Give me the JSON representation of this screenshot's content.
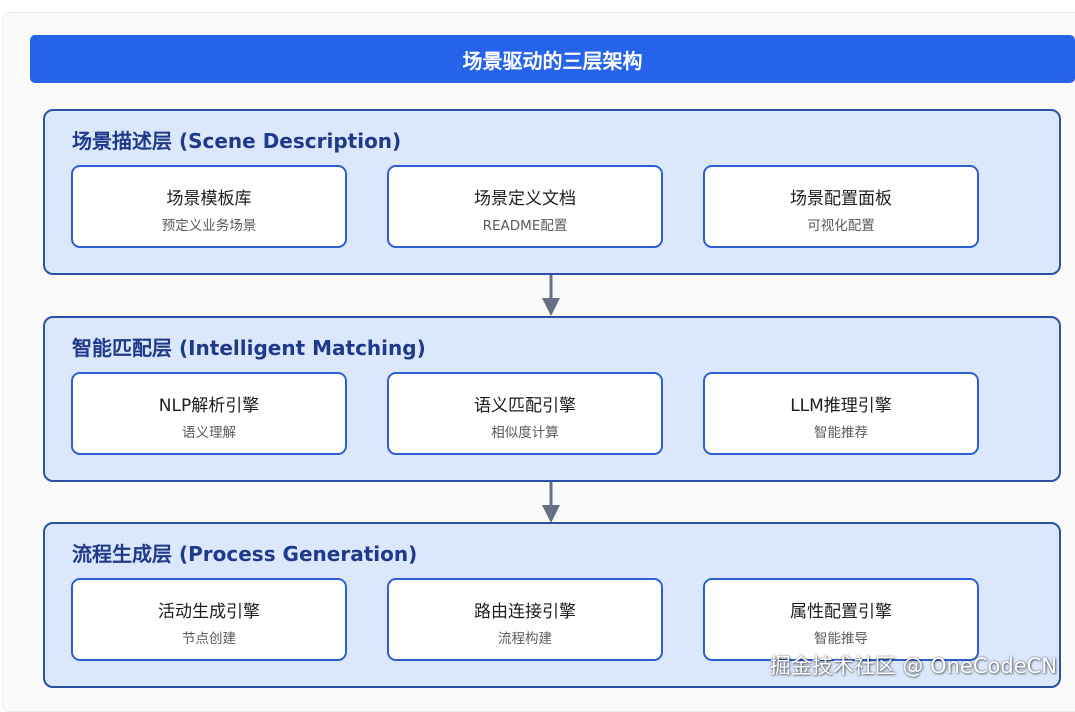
{
  "diagram": {
    "title": "场景驱动的三层架构",
    "layers": [
      {
        "title": "场景描述层 (Scene Description)",
        "cards": [
          {
            "title": "场景模板库",
            "subtitle": "预定义业务场景"
          },
          {
            "title": "场景定义文档",
            "subtitle": "README配置"
          },
          {
            "title": "场景配置面板",
            "subtitle": "可视化配置"
          }
        ]
      },
      {
        "title": "智能匹配层 (Intelligent Matching)",
        "cards": [
          {
            "title": "NLP解析引擎",
            "subtitle": "语义理解"
          },
          {
            "title": "语义匹配引擎",
            "subtitle": "相似度计算"
          },
          {
            "title": "LLM推理引擎",
            "subtitle": "智能推荐"
          }
        ]
      },
      {
        "title": "流程生成层 (Process Generation)",
        "cards": [
          {
            "title": "活动生成引擎",
            "subtitle": "节点创建"
          },
          {
            "title": "路由连接引擎",
            "subtitle": "流程构建"
          },
          {
            "title": "属性配置引擎",
            "subtitle": "智能推导"
          }
        ]
      }
    ]
  },
  "watermark": "掘金技术社区 @ OneCodeCN",
  "colors": {
    "banner": "#2563eb",
    "layer_fill": "#dbe7fb",
    "layer_border": "#2c4fa8",
    "card_border": "#2d5fd4",
    "arrow": "#667085"
  }
}
